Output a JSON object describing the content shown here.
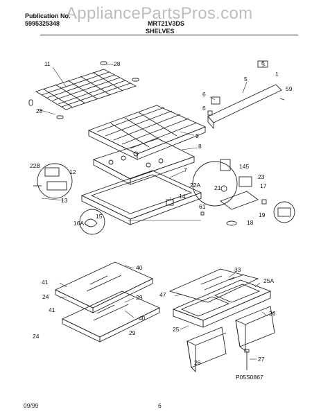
{
  "header": {
    "pub_label": "Publication No.",
    "pub_number": "5995325348",
    "model": "MRT21V3DS",
    "section_title": "SHELVES"
  },
  "watermark": "AppliancePartsPros.com",
  "callouts": [
    "11",
    "28",
    "28",
    "6",
    "6",
    "1",
    "5",
    "59",
    "6",
    "9",
    "8",
    "7",
    "22B",
    "12",
    "13",
    "14",
    "145",
    "23",
    "17",
    "22A",
    "21",
    "61",
    "18",
    "19",
    "15",
    "16A",
    "40",
    "41",
    "24",
    "29",
    "41",
    "40",
    "24",
    "29",
    "33",
    "25A",
    "47",
    "25",
    "26",
    "26",
    "27"
  ],
  "footer": {
    "diagram_code": "P05S0867",
    "date": "09/99",
    "page": "6"
  }
}
